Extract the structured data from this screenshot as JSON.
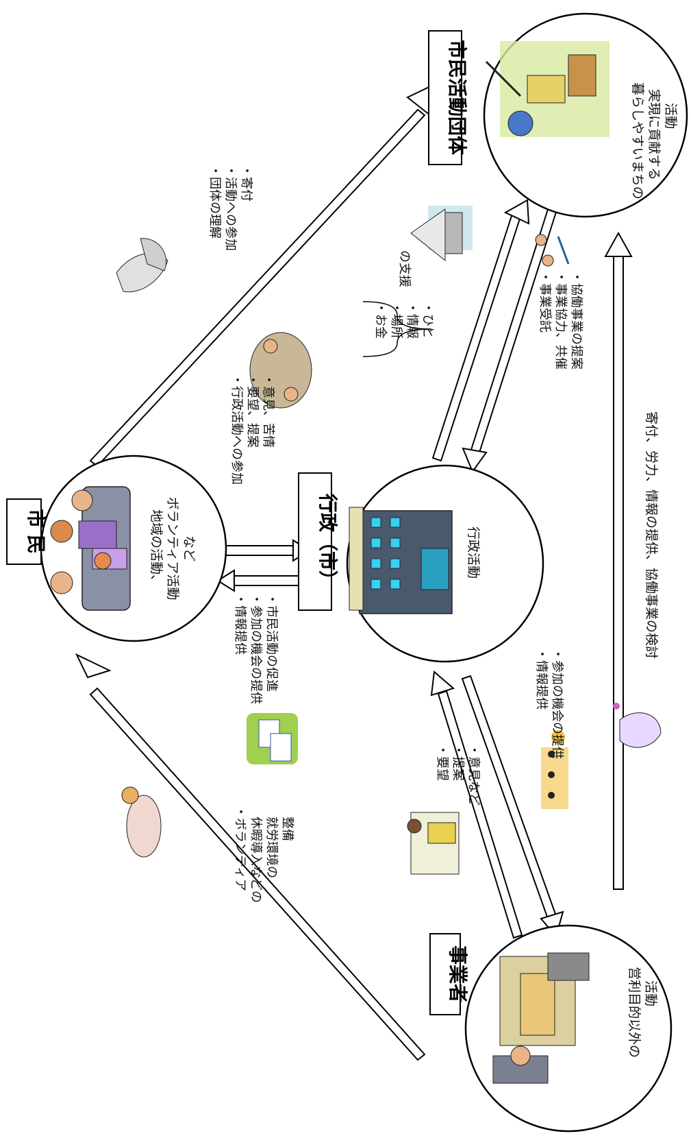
{
  "nodes": {
    "shimin": {
      "title": "市 民",
      "activity": [
        "地域の活動、",
        "ボランティア活動",
        "など"
      ]
    },
    "gyosei": {
      "title": "行政（市）",
      "activity": [
        "行政活動"
      ]
    },
    "dantai": {
      "title": "市民活動団体",
      "activity": [
        "暮らしやすいまちの",
        "実現に貢献する",
        "活動"
      ]
    },
    "jigyosha": {
      "title": "事業者",
      "activity": [
        "営利目的以外の",
        "活動"
      ]
    }
  },
  "flows": {
    "shimin_to_dantai": [
      "・団体の理解",
      "・活動への参加",
      "・寄付"
    ],
    "shimin_to_gyosei": [
      "・行政活動への参加",
      "・要望、提案",
      "・意見、苦情"
    ],
    "gyosei_to_shimin": [
      "・情報提供",
      "・参加の機会の提供",
      "・市民活動の促進"
    ],
    "gyosei_to_dantai_items": [
      "・お金",
      "・場所",
      "・情報",
      "・ひと"
    ],
    "gyosei_to_dantai_suffix": "の支援",
    "dantai_to_gyosei": [
      "・事業受託",
      "・事業協力、共催",
      "・協働事業の提案"
    ],
    "jigyosha_to_shimin": [
      "・ボランティア",
      "休暇導入などの",
      "就労環境の",
      "整備"
    ],
    "jigyosha_to_gyosei": [
      "・要望",
      "・提案",
      "・意見など"
    ],
    "gyosei_to_jigyosha": [
      "・情報提供",
      "・参加の機会の提供"
    ],
    "jigyosha_to_dantai": "寄付、労力、情報の提供、協働事業の検討"
  }
}
